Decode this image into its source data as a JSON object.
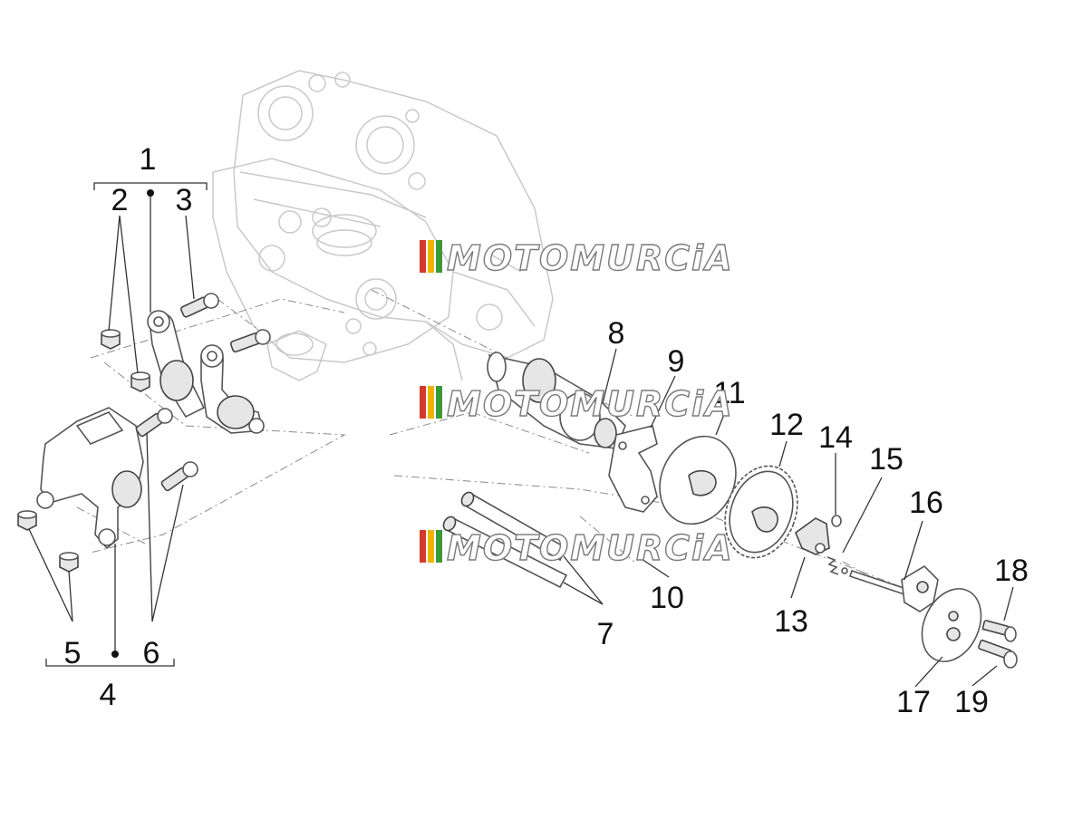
{
  "diagram": {
    "callouts": [
      {
        "id": "1",
        "text": "1"
      },
      {
        "id": "2",
        "text": "2"
      },
      {
        "id": "3",
        "text": "3"
      },
      {
        "id": "4",
        "text": "4"
      },
      {
        "id": "5",
        "text": "5"
      },
      {
        "id": "6",
        "text": "6"
      },
      {
        "id": "7",
        "text": "7"
      },
      {
        "id": "8",
        "text": "8"
      },
      {
        "id": "9",
        "text": "9"
      },
      {
        "id": "10",
        "text": "10"
      },
      {
        "id": "11",
        "text": "11"
      },
      {
        "id": "12",
        "text": "12"
      },
      {
        "id": "13",
        "text": "13"
      },
      {
        "id": "14",
        "text": "14"
      },
      {
        "id": "15",
        "text": "15"
      },
      {
        "id": "16",
        "text": "16"
      },
      {
        "id": "17",
        "text": "17"
      },
      {
        "id": "18",
        "text": "18"
      },
      {
        "id": "19",
        "text": "19"
      }
    ],
    "watermark": "MOTOMURCiA",
    "watermark_colors": [
      "#d33a2c",
      "#f0b400",
      "#3a9a3a"
    ]
  }
}
